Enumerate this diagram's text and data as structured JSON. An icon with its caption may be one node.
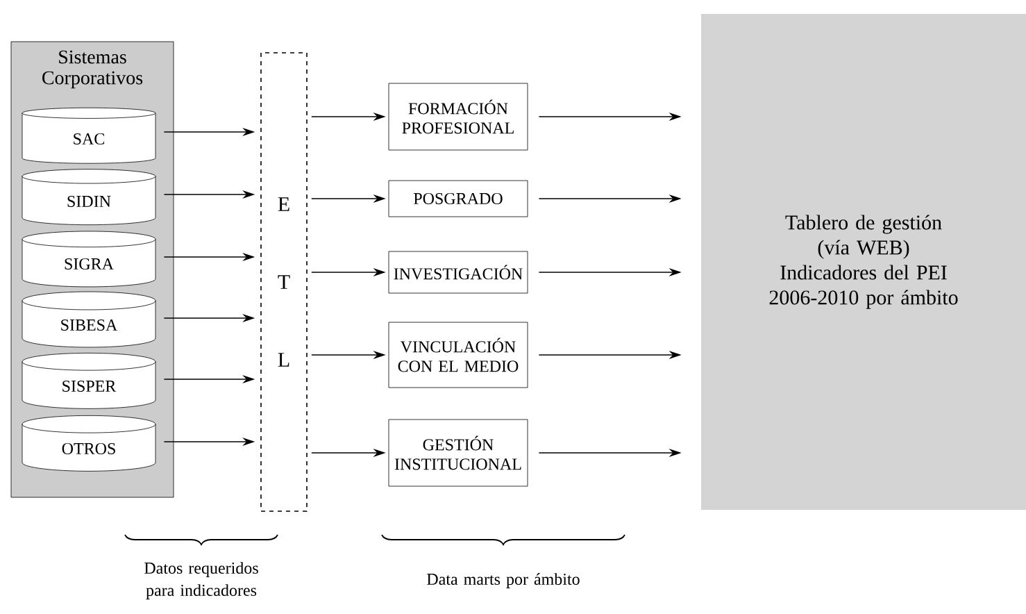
{
  "diagram": {
    "nodes": [
      {
        "text": [
          "Sistemas Corporativos"
        ]
      },
      {
        "text": [
          "SAC"
        ],
        "in": 0
      },
      {
        "text": [
          "SIDIN"
        ],
        "in": 0
      },
      {
        "text": [
          "SIGRA"
        ],
        "in": 0
      },
      {
        "text": [
          "SIBESA"
        ],
        "in": 0
      },
      {
        "text": [
          "SISPER"
        ],
        "in": 0
      },
      {
        "text": [
          "OTROS"
        ],
        "in": 0
      },
      {
        "text": [
          "E",
          "T",
          "L"
        ]
      },
      {
        "text": [
          "FORMACIÓN PROFESIONAL"
        ]
      },
      {
        "text": [
          "POSGRADO"
        ]
      },
      {
        "text": [
          "INVESTIGACIÓN"
        ]
      },
      {
        "text": [
          "VINCULACIÓN CON EL MEDIO"
        ]
      },
      {
        "text": [
          "GESTIÓN INSTITUCIONAL"
        ]
      },
      {
        "text": [
          "Tablero de gestión (vía WEB)",
          "Indicadores del PEI 2006-2010 por ámbito"
        ]
      }
    ],
    "edges": [
      {
        "from": 1,
        "to": 7,
        "arrow": "to"
      },
      {
        "from": 2,
        "to": 7,
        "arrow": "to"
      },
      {
        "from": 3,
        "to": 7,
        "arrow": "to"
      },
      {
        "from": 4,
        "to": 7,
        "arrow": "to"
      },
      {
        "from": 5,
        "to": 7,
        "arrow": "to"
      },
      {
        "from": 6,
        "to": 7,
        "arrow": "to"
      },
      {
        "from": 7,
        "to": 8,
        "arrow": "to"
      },
      {
        "from": 7,
        "to": 9,
        "arrow": "to"
      },
      {
        "from": 7,
        "to": 10,
        "arrow": "to"
      },
      {
        "from": 7,
        "to": 11,
        "arrow": "to"
      },
      {
        "from": 7,
        "to": 12,
        "arrow": "to"
      },
      {
        "from": 8,
        "to": 13,
        "arrow": "to"
      },
      {
        "from": 9,
        "to": 13,
        "arrow": "to"
      },
      {
        "from": 10,
        "to": 13,
        "arrow": "to"
      },
      {
        "from": 11,
        "to": 13,
        "arrow": "to"
      },
      {
        "from": 12,
        "to": 13,
        "arrow": "to"
      }
    ],
    "labels": [
      "Datos requeridos para indicadores",
      "Data marts por ámbito"
    ]
  }
}
